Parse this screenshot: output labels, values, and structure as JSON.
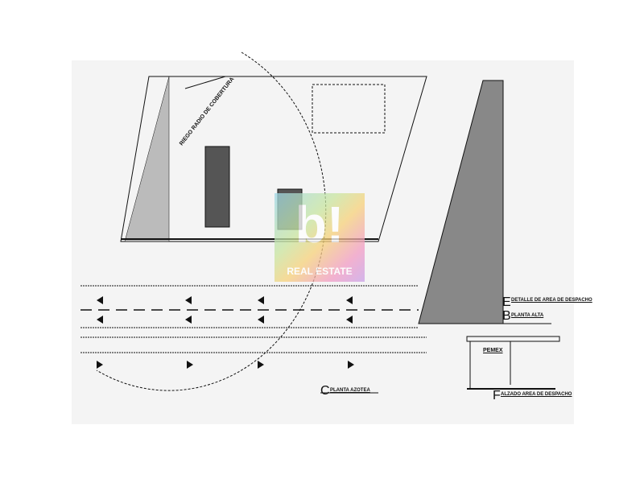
{
  "drawing": {
    "views": [
      {
        "letter": "C",
        "title": "PLANTA AZOTEA"
      },
      {
        "letter": "E",
        "title": "DETALLE DE AREA DE DESPACHO"
      },
      {
        "letter": "B",
        "title": "PLANTA ALTA"
      },
      {
        "letter": "F",
        "title": "ALZADO AREA DE DESPACHO"
      }
    ],
    "annotation": "RIEGO RADIO DE COBERTURA",
    "brand": "PEMEX"
  },
  "watermark": {
    "mark": "b!",
    "text": "REAL ESTATE"
  }
}
